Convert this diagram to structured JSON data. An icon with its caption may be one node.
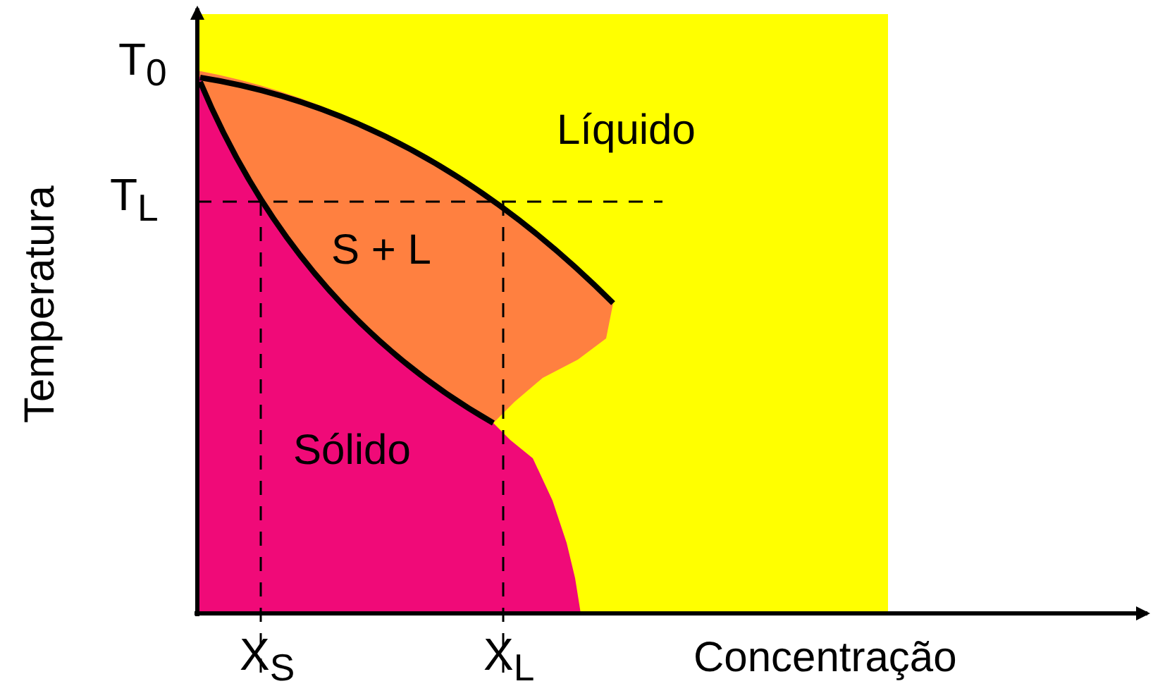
{
  "diagram": {
    "labels": [
      "T$_{0}$",
      "Líquido",
      "T$_{L}$",
      "Temperatura",
      "S + L",
      "Sólido",
      "X$_{S}$",
      "X$_{L}$",
      "Concentração"
    ]
  }
}
